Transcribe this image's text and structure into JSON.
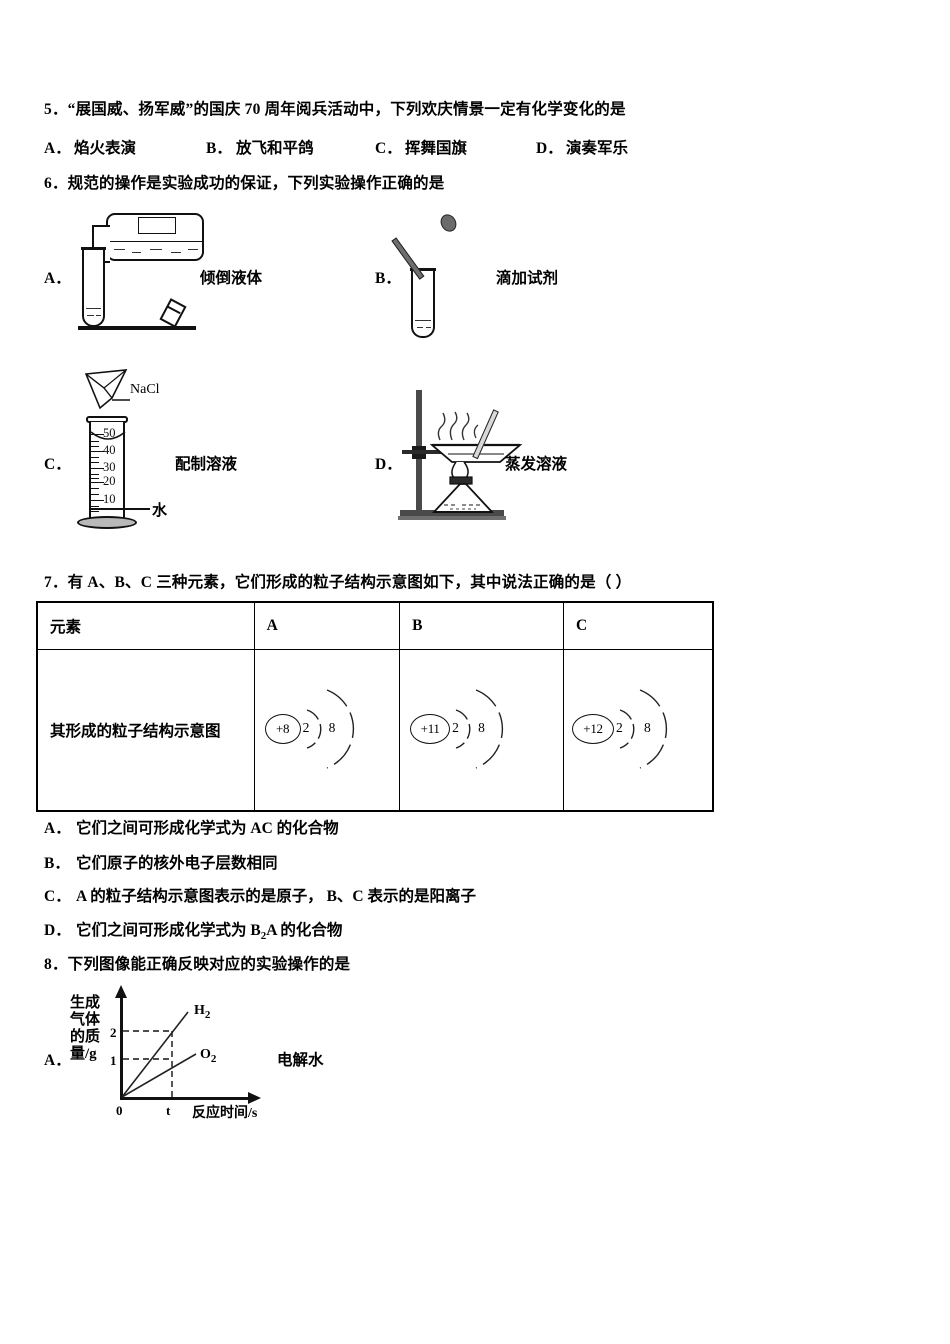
{
  "document": {
    "type": "exam-paper",
    "subject": "chemistry"
  },
  "q5": {
    "stem": "5．“展国威、扬军威”的国庆 70 周年阅兵活动中，下列欢庆情景一定有化学变化的是",
    "options": [
      {
        "label": "A．",
        "text": "焰火表演"
      },
      {
        "label": "B．",
        "text": "放飞和平鸽"
      },
      {
        "label": "C．",
        "text": "挥舞国旗"
      },
      {
        "label": "D．",
        "text": "演奏军乐"
      }
    ]
  },
  "q6": {
    "stem": "6．规范的操作是实验成功的保证，下列实验操作正确的是",
    "options": [
      {
        "label": "A．",
        "caption": "倾倒液体",
        "figure": "pouring-liquid-into-test-tube"
      },
      {
        "label": "B．",
        "caption": "滴加试剂",
        "figure": "dropper-into-test-tube"
      },
      {
        "label": "C．",
        "caption": "配制溶液",
        "figure": "graduated-cylinder-with-nacl"
      },
      {
        "label": "D．",
        "caption": "蒸发溶液",
        "figure": "evaporating-dish-on-stand"
      }
    ],
    "figure_c": {
      "reagent": "NaCl",
      "water": "水",
      "scale": [
        50,
        40,
        30,
        20,
        10
      ]
    }
  },
  "q7": {
    "stem": "7．有 A、B、C 三种元素，它们形成的粒子结构示意图如下，其中说法正确的是（ ）",
    "table": {
      "row1": {
        "header": "元素",
        "cells": [
          "A",
          "B",
          "C"
        ]
      },
      "row2": {
        "header": "其形成的粒子结构示意图",
        "atoms": [
          {
            "nucleus": "+8",
            "shells": [
              "2",
              "8"
            ]
          },
          {
            "nucleus": "+11",
            "shells": [
              "2",
              "8"
            ]
          },
          {
            "nucleus": "+12",
            "shells": [
              "2",
              "8"
            ]
          }
        ]
      }
    },
    "options": [
      {
        "label": "A．",
        "text_before": "它们之间可形成化学式为 AC 的化合物",
        "formula": "",
        "sub": "",
        "text_after": ""
      },
      {
        "label": "B．",
        "text_before": "它们原子的核外电子层数相同",
        "formula": "",
        "sub": "",
        "text_after": ""
      },
      {
        "label": "C．",
        "text_before": "A 的粒子结构示意图表示的是原子， B、C 表示的是阳离子",
        "formula": "",
        "sub": "",
        "text_after": ""
      },
      {
        "label": "D．",
        "text_before": "它们之间可形成化学式为 B",
        "formula": "",
        "sub": "2",
        "text_after": "A 的化合物"
      }
    ]
  },
  "q8": {
    "stem": "8．下列图像能正确反映对应的实验操作的是",
    "option_label": "A．",
    "caption": "电解水"
  },
  "chart_data": {
    "type": "line",
    "title": "",
    "xlabel": "反应时间/s",
    "ylabel": "生成气体的质量/g",
    "ylabel_lines": [
      "生成",
      "气体",
      "的质",
      "量/g"
    ],
    "x_ticks": [
      "0",
      "t"
    ],
    "y_ticks": [
      "1",
      "2"
    ],
    "grid": false,
    "dashed_guides": true,
    "series": [
      {
        "name": "H2",
        "name_display": "H",
        "name_sub": "2",
        "x": [
          0,
          1
        ],
        "y": [
          0,
          2
        ],
        "extends_beyond": true
      },
      {
        "name": "O2",
        "name_display": "O",
        "name_sub": "2",
        "x": [
          0,
          1
        ],
        "y": [
          0,
          1
        ],
        "extends_beyond": true
      }
    ],
    "xlim": [
      0,
      1.45
    ],
    "ylim": [
      0,
      2.8
    ]
  }
}
